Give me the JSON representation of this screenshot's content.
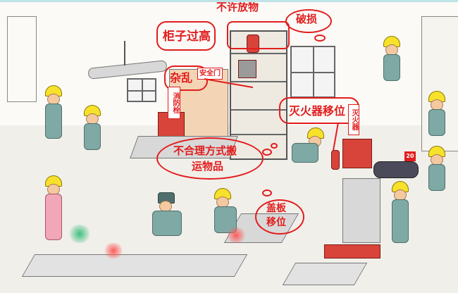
{
  "illustration": {
    "subject": "Workplace safety hazards scene",
    "labels": {
      "no_items_allowed": "不许放物",
      "cabinet_too_high": "柜子过高",
      "damaged": "破损",
      "cluttered": "杂乱",
      "safety_door": "安全门",
      "fire_hydrant": "消防栓",
      "extinguisher_moved": "灭火器移位",
      "extinguisher_sign": "灭火器",
      "improper_carrying_line1": "不合理方式搬",
      "improper_carrying_line2": "运物品",
      "cover_plate_line1": "盖板",
      "cover_plate_line2": "移位",
      "cylinder_tag": "20"
    },
    "colors": {
      "annotation_red": "#e21d1d",
      "helmet_yellow": "#f7e12b",
      "uniform_teal": "#7fa9a4",
      "top_border": "#bfe3e6"
    }
  }
}
